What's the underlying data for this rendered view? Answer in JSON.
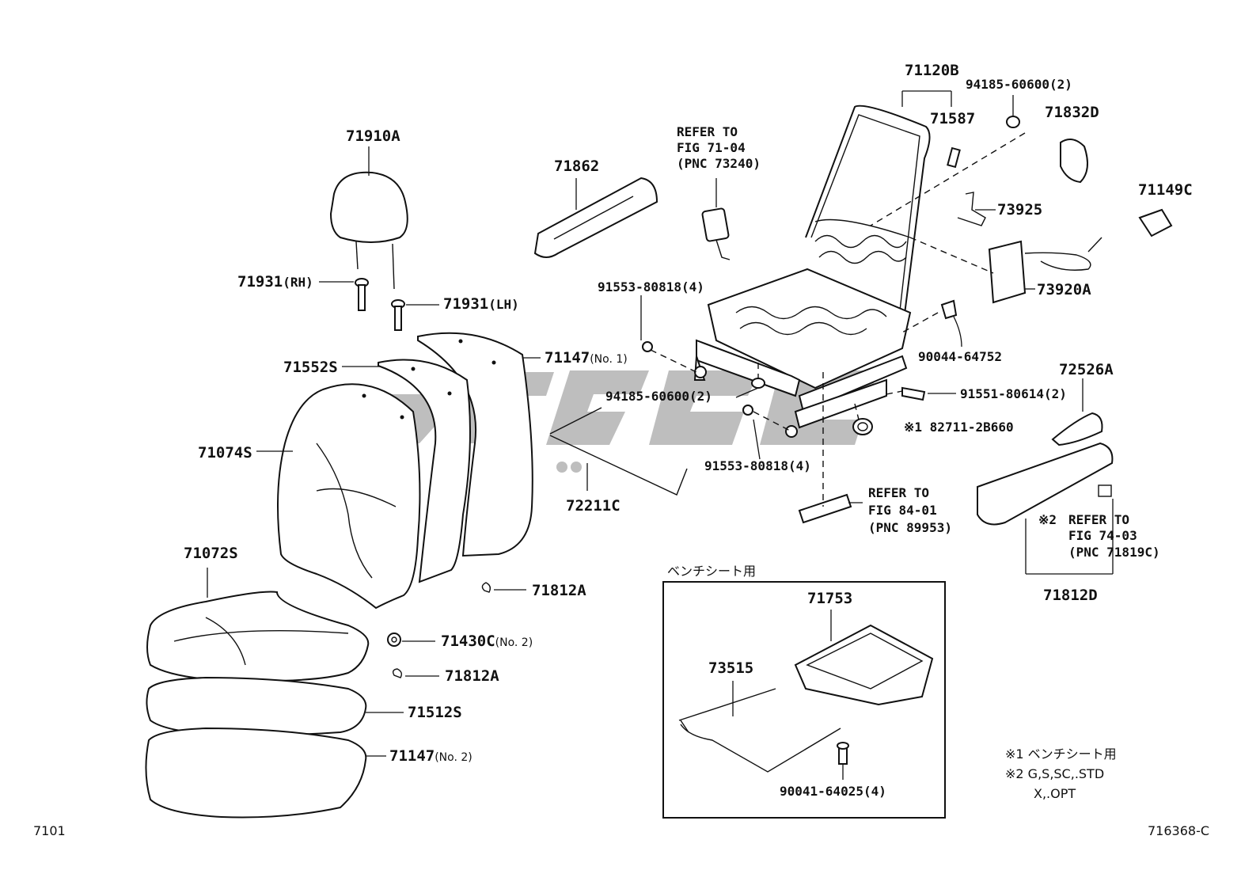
{
  "parts": {
    "p71910A": "71910A",
    "p71931_rh": "71931",
    "p71931_rh_suffix": "(RH)",
    "p71931_lh": "71931",
    "p71931_lh_suffix": "(LH)",
    "p71552S": "71552S",
    "p71147_no1": "71147",
    "p71147_no1_suffix": "(No. 1)",
    "p71074S": "71074S",
    "p71072S": "71072S",
    "p71812A_a": "71812A",
    "p71430C": "71430C",
    "p71430C_suffix": "(No. 2)",
    "p71812A_b": "71812A",
    "p71512S": "71512S",
    "p71147_no2": "71147",
    "p71147_no2_suffix": "(No. 2)",
    "p71862": "71862",
    "p72211C": "72211C",
    "p91553_a": "91553-80818(4)",
    "p94185_a": "94185-60600(2)",
    "p91553_b": "91553-80818(4)",
    "p71120B": "71120B",
    "p94185_b": "94185-60600(2)",
    "p71587": "71587",
    "p71832D": "71832D",
    "p71149C": "71149C",
    "p73925": "73925",
    "p73920A": "73920A",
    "p90044": "90044-64752",
    "p72526A": "72526A",
    "p91551": "91551-80614(2)",
    "p82711": "※1 82711-2B660",
    "p71812D": "71812D",
    "p71753": "71753",
    "p73515": "73515",
    "p90041": "90041-64025(4)"
  },
  "refs": {
    "ref1": [
      "REFER TO",
      "FIG 71-04",
      "(PNC 73240)"
    ],
    "ref2": [
      "REFER TO",
      "FIG 84-01",
      "(PNC 89953)"
    ],
    "ref3_mark": "※2",
    "ref3": [
      "REFER TO",
      "FIG 74-03",
      "(PNC 71819C)"
    ]
  },
  "bench_box_title": "ベンチシート用",
  "notes": {
    "note1": "※1 ベンチシート用",
    "note2": "※2 G,S,SC,.STD",
    "note3": "X,.OPT"
  },
  "footer": {
    "left": "7101",
    "right": "716368-C"
  },
  "watermark_color": "#b3b3b3"
}
